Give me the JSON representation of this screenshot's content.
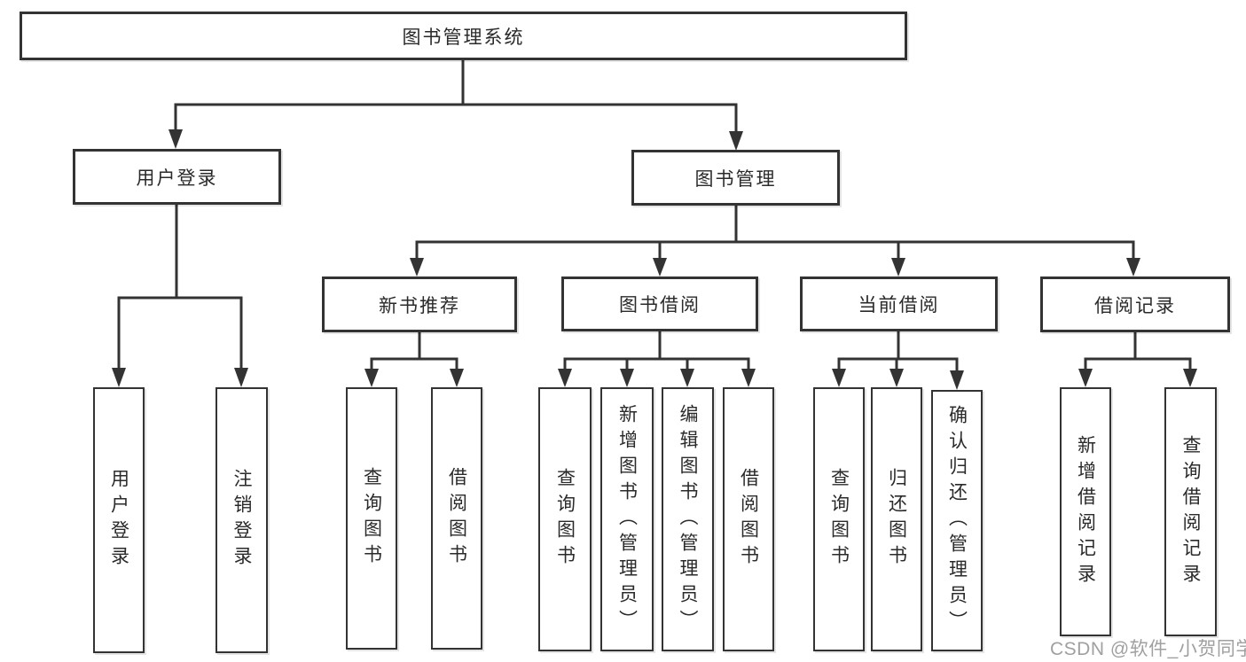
{
  "diagram": {
    "title": "图书管理系统",
    "level2": {
      "user_login": "用户登录",
      "book_management": "图书管理"
    },
    "level3": {
      "new_book_recommend": "新书推荐",
      "book_borrowing": "图书借阅",
      "current_borrowing": "当前借阅",
      "borrowing_records": "借阅记录"
    },
    "leaves": {
      "user_login": "用户登录",
      "logout": "注销登录",
      "nb_query_books": "查询图书",
      "nb_borrow_books": "借阅图书",
      "bb_query_books": "查询图书",
      "bb_add_books_admin": "新增图书（管理员）",
      "bb_edit_books_admin": "编辑图书（管理员）",
      "bb_borrow_books": "借阅图书",
      "cb_query_books": "查询图书",
      "cb_return_books": "归还图书",
      "cb_confirm_return_admin": "确认归还（管理员）",
      "br_add_record": "新增借阅记录",
      "br_query_record": "查询借阅记录"
    }
  },
  "watermark": "CSDN @软件_小贺同学",
  "colors": {
    "line": "#333333",
    "text": "#2a2a2a",
    "watermark": "#a0a0a0",
    "background": "#ffffff"
  }
}
